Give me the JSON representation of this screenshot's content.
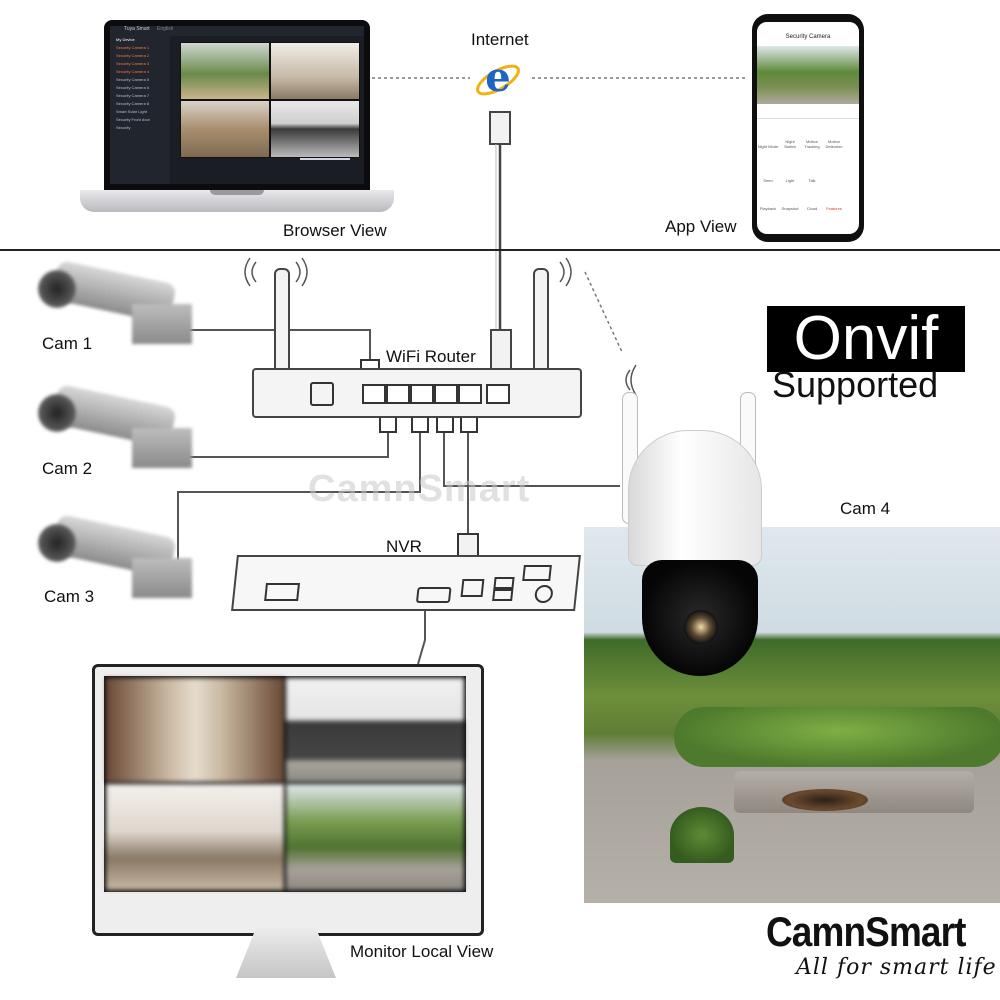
{
  "labels": {
    "internet": "Internet",
    "browser_view": "Browser View",
    "app_view": "App View",
    "wifi_router": "WiFi Router",
    "nvr": "NVR",
    "cam1": "Cam 1",
    "cam2": "Cam 2",
    "cam3": "Cam 3",
    "cam4": "Cam 4",
    "monitor_local_view": "Monitor Local View"
  },
  "badge": {
    "onvif": "Onvif",
    "supported": "Supported"
  },
  "brand": {
    "name": "CamnSmart",
    "tagline": "All for smart life",
    "watermark": "CamnSmart"
  },
  "laptop": {
    "app_name": "Tuya Smart",
    "language": "English",
    "device_header": "My Device",
    "camera_items": [
      "Security Camera 1",
      "Security Camera 2",
      "Security Camera 3",
      "Security Camera 4",
      "Security Camera 5",
      "Security Camera 6",
      "Security Camera 7",
      "Security Camera 8",
      "Smart Solar Light",
      "Security Front door",
      "Security"
    ]
  },
  "phone": {
    "title": "Security Camera",
    "controls_row1": [
      "Night Mode",
      "Night Switch",
      "Motion Tracking",
      "Motion Detection"
    ],
    "controls_row2": [
      "Siren",
      "Light",
      "Talk"
    ],
    "controls_row3": [
      "Playback",
      "Snapshot",
      "Cloud",
      "Features"
    ]
  },
  "colors": {
    "ie_blue": "#1e63c8",
    "ie_ring": "#f2b012",
    "badge_bg": "#000000",
    "cable": "#555555",
    "phone_accent": "#d9382b"
  },
  "icons": [
    "internet-explorer-icon",
    "ethernet-plug-icon",
    "wifi-signal-icon"
  ]
}
